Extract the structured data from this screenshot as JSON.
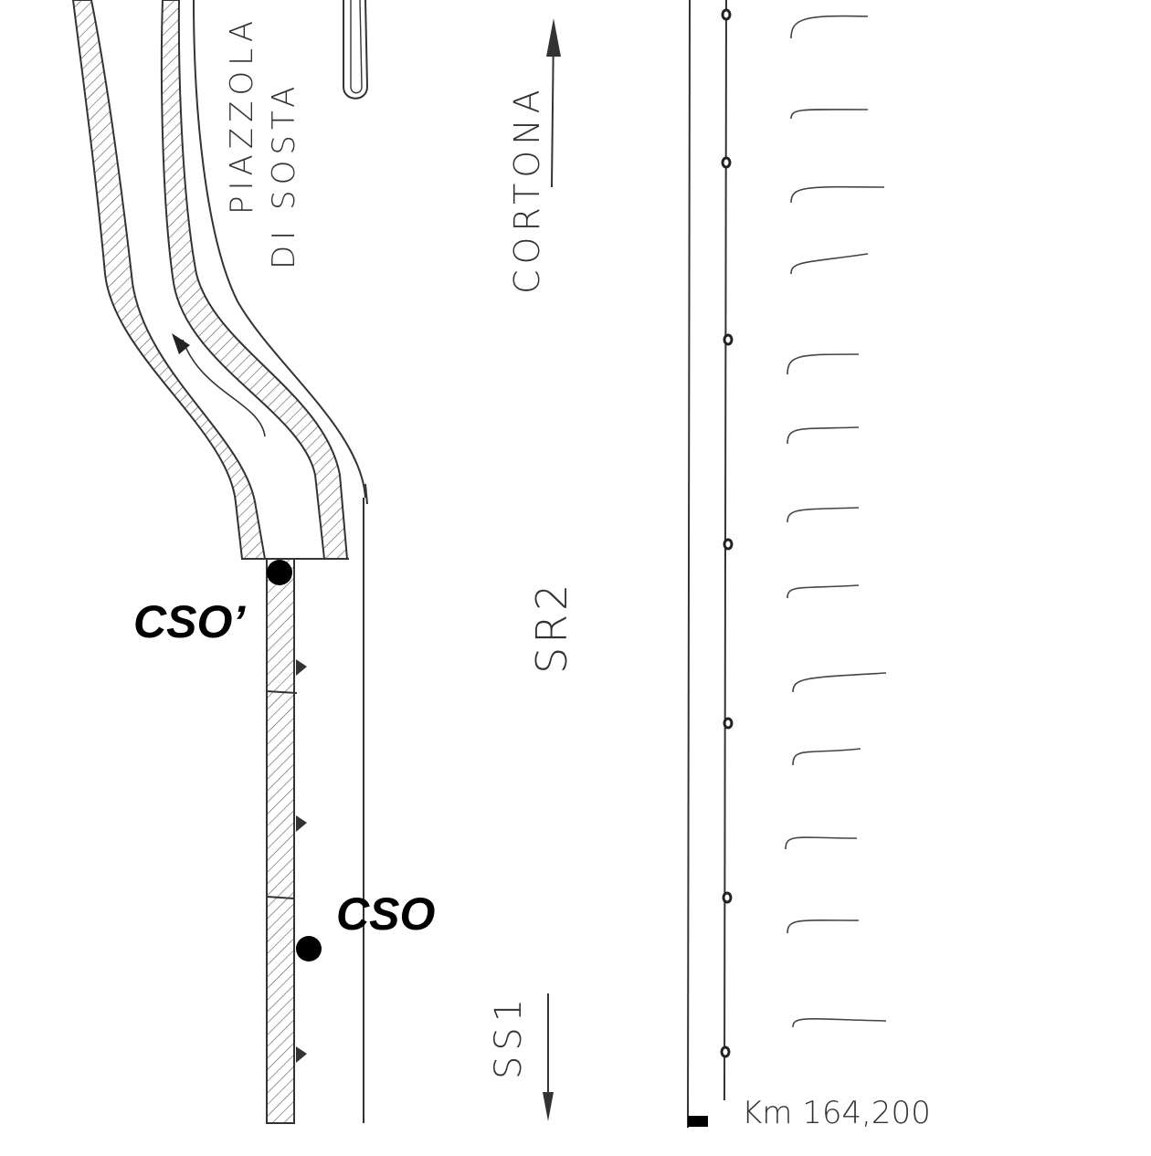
{
  "labels": {
    "piazzola_line1": "PIAZZOLA",
    "piazzola_line2": "DI SOSTA",
    "cortona": "CORTONA",
    "sr2": "SR2",
    "ss1": "SS1",
    "cso_prime": "CSO’",
    "cso": "CSO",
    "km": "Km 164,200"
  },
  "icons": {
    "direction_arrows": [
      "arrow-up-icon",
      "arrow-down-icon",
      "arrow-up-left-icon"
    ]
  }
}
